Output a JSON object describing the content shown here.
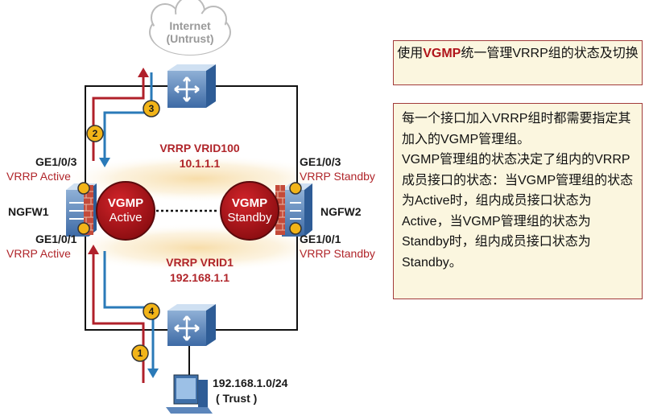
{
  "cloud": {
    "line1": "Internet",
    "line2": "(Untrust)"
  },
  "vrrp_upper": {
    "name": "VRRP VRID100",
    "ip": "10.1.1.1"
  },
  "vrrp_lower": {
    "name": "VRRP VRID1",
    "ip": "192.168.1.1"
  },
  "fw1": {
    "name": "NGFW1",
    "top_port": "GE1/0/3",
    "top_state": "VRRP Active",
    "bottom_port": "GE1/0/1",
    "bottom_state": "VRRP Active",
    "vgmp_line1": "VGMP",
    "vgmp_line2": "Active"
  },
  "fw2": {
    "name": "NGFW2",
    "top_port": "GE1/0/3",
    "top_state": "VRRP Standby",
    "bottom_port": "GE1/0/1",
    "bottom_state": "VRRP Standby",
    "vgmp_line1": "VGMP",
    "vgmp_line2": "Standby"
  },
  "steps": [
    "1",
    "2",
    "3",
    "4"
  ],
  "pc": {
    "subnet": "192.168.1.0/24",
    "zone": "( Trust )"
  },
  "title_box": {
    "prefix": "使用",
    "highlight": "VGMP",
    "suffix": "统一管理VRRP组的状态及切换"
  },
  "desc_box": {
    "text": "每一个接口加入VRRP组时都需要指定其加入的VGMP管理组。\nVGMP管理组的状态决定了组内的VRRP成员接口的状态：当VGMP管理组的状态为Active时，组内成员接口状态为Active，当VGMP管理组的状态为Standby时，组内成员接口状态为Standby。"
  },
  "colors": {
    "accent_red": "#b0252a",
    "flow_blue": "#2a7ab8",
    "flow_red": "#b0202a",
    "badge": "#f2b418"
  }
}
